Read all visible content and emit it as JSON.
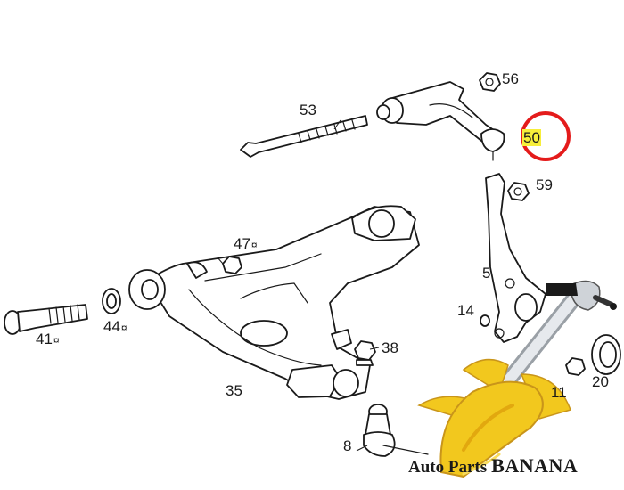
{
  "callouts": [
    {
      "id": "56",
      "label": "56",
      "removable": false
    },
    {
      "id": "53",
      "label": "53",
      "removable": false
    },
    {
      "id": "50",
      "label": "50",
      "removable": false
    },
    {
      "id": "59",
      "label": "59",
      "removable": false
    },
    {
      "id": "47",
      "label": "47",
      "removable": true
    },
    {
      "id": "5",
      "label": "5",
      "removable": false
    },
    {
      "id": "14",
      "label": "14",
      "removable": false
    },
    {
      "id": "41",
      "label": "41",
      "removable": true
    },
    {
      "id": "44",
      "label": "44",
      "removable": true
    },
    {
      "id": "38",
      "label": "38",
      "removable": false
    },
    {
      "id": "35",
      "label": "35",
      "removable": false
    },
    {
      "id": "11",
      "label": "11",
      "removable": false
    },
    {
      "id": "20",
      "label": "20",
      "removable": false
    },
    {
      "id": "8",
      "label": "8",
      "removable": false
    }
  ],
  "highlight": {
    "callout": "50",
    "ring_color": "#e41b1b",
    "fill_color": "#f7ee3a"
  },
  "callout_symbol": "¤",
  "brand": {
    "line1": "Auto Parts",
    "line2": "BANANA"
  },
  "colors": {
    "linework": "#1a1a1a",
    "banana": "#f2c81e",
    "banana_dark": "#c9951a",
    "rod": "#cfd3d8"
  }
}
